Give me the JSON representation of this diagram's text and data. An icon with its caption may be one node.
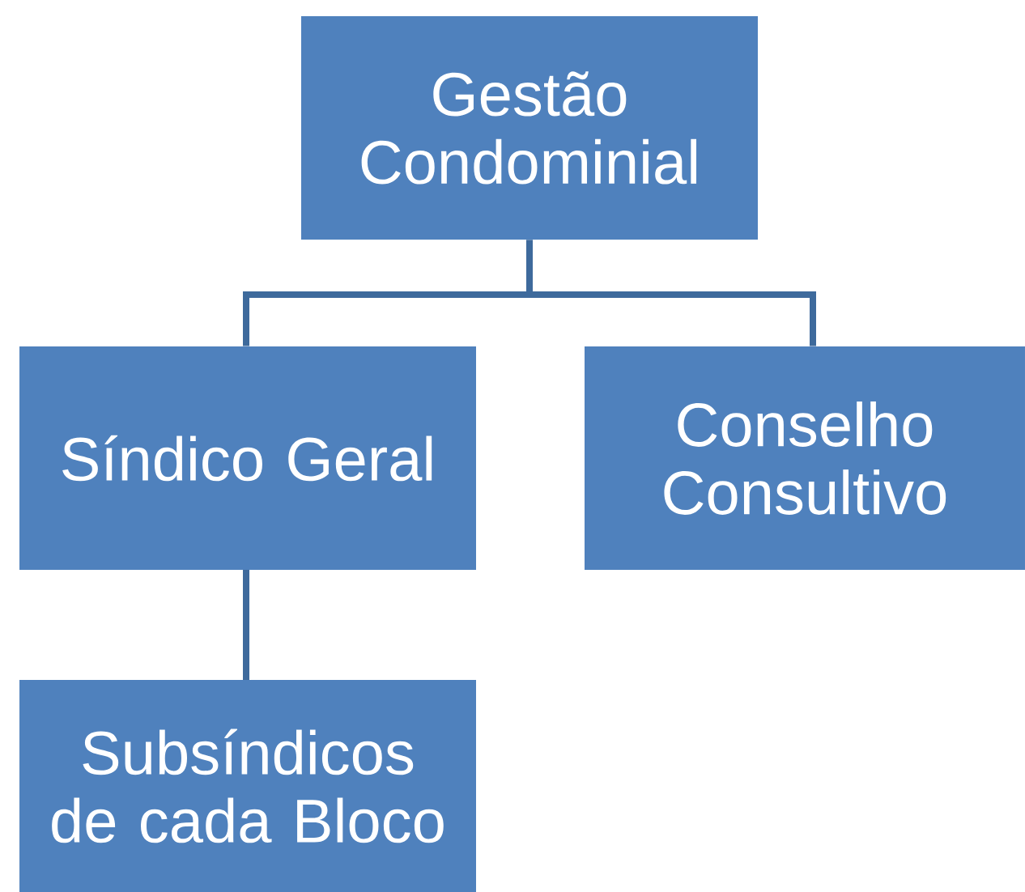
{
  "diagram": {
    "nodes": [
      {
        "text": [
          "Gestão Condominial"
        ]
      },
      {
        "text": [
          "Síndico Geral"
        ]
      },
      {
        "text": [
          "Conselho Consultivo"
        ]
      },
      {
        "text": [
          "Subsíndicos de cada Bloco"
        ]
      }
    ],
    "edges": [
      {
        "from": 0,
        "to": 1,
        "arrow": "none"
      },
      {
        "from": 0,
        "to": 2,
        "arrow": "none"
      },
      {
        "from": 1,
        "to": 3,
        "arrow": "none"
      }
    ]
  }
}
